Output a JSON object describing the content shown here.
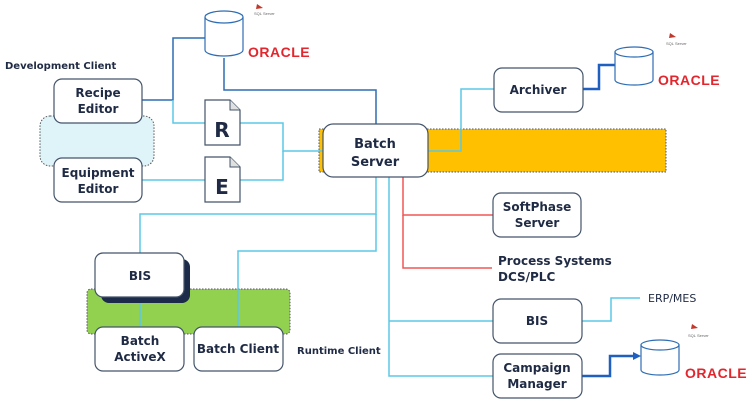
{
  "diagram": {
    "groups": {
      "development_client": "Development Client",
      "runtime_client": "Runtime Client"
    },
    "nodes": {
      "recipe_editor": [
        "Recipe",
        "Editor"
      ],
      "equipment_editor": [
        "Equipment",
        "Editor"
      ],
      "batch_server": [
        "Batch",
        "Server"
      ],
      "archiver": "Archiver",
      "softphase_server": [
        "SoftPhase",
        "Server"
      ],
      "process_systems": [
        "Process Systems",
        "DCS/PLC"
      ],
      "bis_right": "BIS",
      "campaign_manager": [
        "Campaign",
        "Manager"
      ],
      "bis_left": "BIS",
      "batch_activex": [
        "Batch",
        "ActiveX"
      ],
      "batch_client": "Batch Client",
      "erp_mes": "ERP/MES"
    },
    "documents": {
      "recipe_doc": "R",
      "equipment_doc": "E"
    },
    "databases": {
      "oracle_label": "ORACLE",
      "sql_label": "SQL Server"
    },
    "colors": {
      "light_link": "#5bc8e6",
      "dark_link": "#2e6db4",
      "red_link": "#f05656",
      "server_bar": "#ffc000",
      "runtime_bar": "#92d050",
      "dev_bar": "#dff4f9"
    }
  }
}
